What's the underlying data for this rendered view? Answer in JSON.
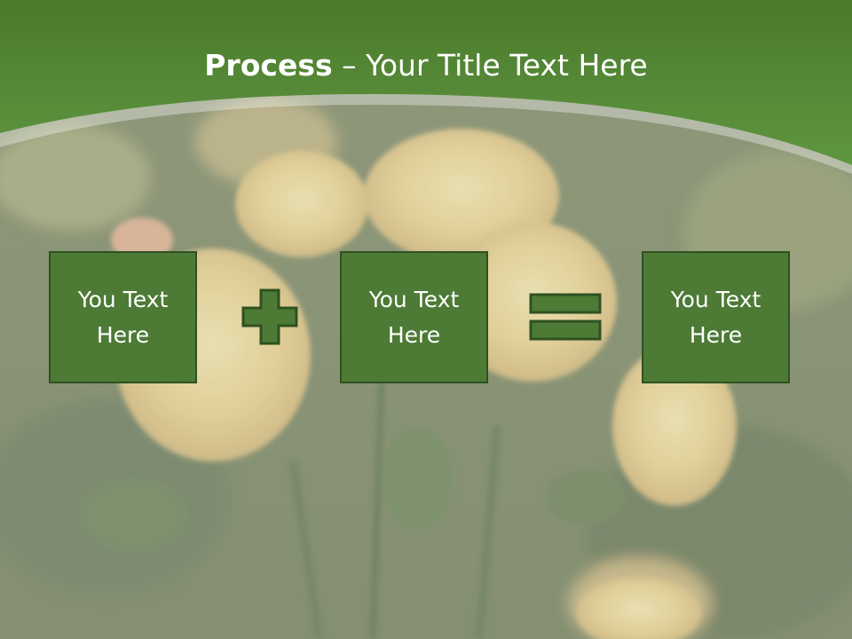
{
  "slide": {
    "title_bold": "Process",
    "title_rest": " – Your Title Text Here",
    "boxes": [
      {
        "label": "You Text Here"
      },
      {
        "label": "You Text Here"
      },
      {
        "label": "You Text Here"
      }
    ],
    "operators": [
      "plus-icon",
      "equals-icon"
    ],
    "colors": {
      "header_green": "#4e8a2e",
      "box_fill": "#4d7a35",
      "box_border": "#2f5121",
      "text": "#ffffff"
    }
  }
}
